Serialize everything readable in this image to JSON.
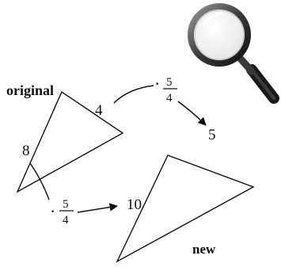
{
  "labels": {
    "original": "original",
    "new": "new"
  },
  "original_triangle": {
    "side_top": "4",
    "side_left": "8"
  },
  "new_triangle": {
    "side_top": "5",
    "side_left": "10"
  },
  "scale_factor": {
    "dot": "·",
    "numerator": "5",
    "denominator": "4"
  },
  "icons": {
    "magnifier": "magnifying-glass-icon"
  },
  "colors": {
    "ink": "#111111",
    "lens_rim": "#2b2b2b",
    "handle": "#1a1a1a",
    "lens_glass": "#f7f7f7"
  }
}
